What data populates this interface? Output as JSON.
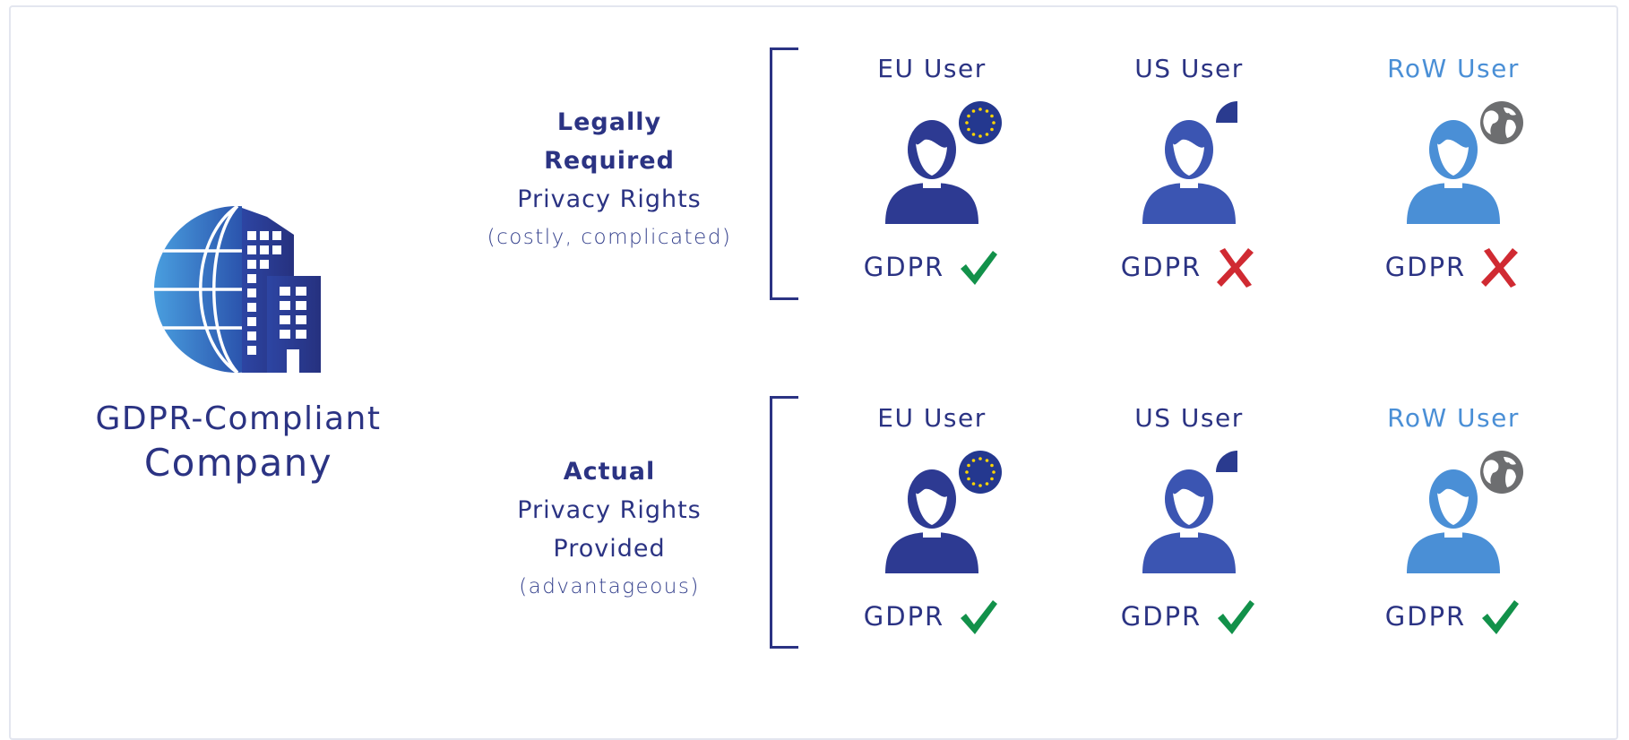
{
  "company": {
    "label_line1": "GDPR-Compliant",
    "label_line2": "Company"
  },
  "rows": [
    {
      "caption_bold": "Legally",
      "caption_bold2": "Required",
      "caption_line": "Privacy Rights",
      "caption_line2": "",
      "caption_paren": "(costly, complicated)",
      "users": [
        {
          "title": "EU User",
          "flag": "eu-flag-icon",
          "gdpr": "GDPR",
          "status": "check"
        },
        {
          "title": "US User",
          "flag": "us-flag-icon",
          "gdpr": "GDPR",
          "status": "cross"
        },
        {
          "title": "RoW User",
          "flag": "globe-icon",
          "gdpr": "GDPR",
          "status": "cross"
        }
      ]
    },
    {
      "caption_bold": "Actual",
      "caption_bold2": "",
      "caption_line": "Privacy Rights",
      "caption_line2": "Provided",
      "caption_paren": "(advantageous)",
      "users": [
        {
          "title": "EU User",
          "flag": "eu-flag-icon",
          "gdpr": "GDPR",
          "status": "check"
        },
        {
          "title": "US User",
          "flag": "us-flag-icon",
          "gdpr": "GDPR",
          "status": "check"
        },
        {
          "title": "RoW User",
          "flag": "globe-icon",
          "gdpr": "GDPR",
          "status": "check"
        }
      ]
    }
  ],
  "colors": {
    "navy": "#2b3383",
    "eu_user": "#2d3a92",
    "us_user": "#3b55b2",
    "row_user": "#4a8fd6",
    "row_title": "#4a8fd6",
    "check": "#12914a",
    "cross": "#d02a32",
    "globe": "#6d6e70"
  }
}
